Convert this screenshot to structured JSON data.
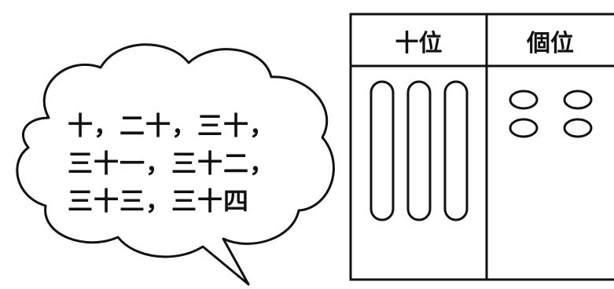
{
  "speech_bubble": {
    "lines": [
      "十，二十，三十，",
      "三十一，三十二，",
      "三十三，三十四"
    ]
  },
  "place_value_table": {
    "headers": {
      "tens": "十位",
      "ones": "個位"
    },
    "tens_rods": 3,
    "ones_units": 4
  }
}
